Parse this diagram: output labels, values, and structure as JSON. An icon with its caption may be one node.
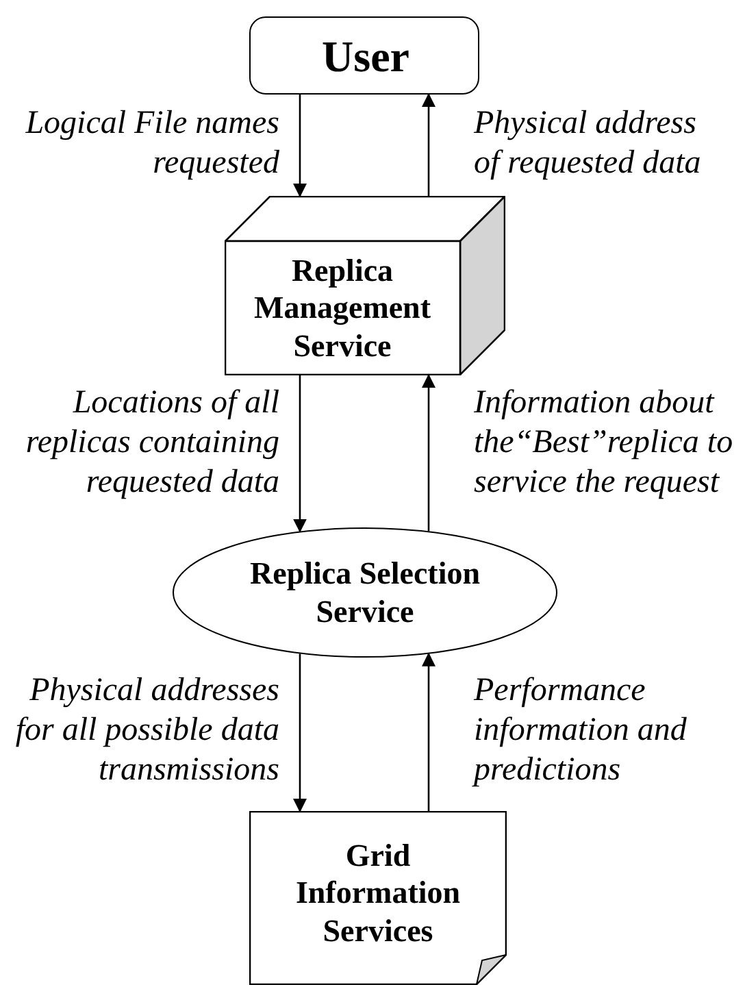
{
  "diagram": {
    "nodes": [
      {
        "text": [
          "User"
        ]
      },
      {
        "text": [
          "Replica Management Service"
        ]
      },
      {
        "text": [
          "Replica Selection Service"
        ]
      },
      {
        "text": [
          "Grid Information Services"
        ]
      }
    ],
    "edges": [
      {
        "from": 0,
        "to": 1,
        "arrow": "to",
        "label": "Logical File names requested"
      },
      {
        "from": 1,
        "to": 0,
        "arrow": "to",
        "label": "Physical address of requested data"
      },
      {
        "from": 1,
        "to": 2,
        "arrow": "to",
        "label": "Locations of all replicas containing requested data"
      },
      {
        "from": 2,
        "to": 1,
        "arrow": "to",
        "label": "Information about the“Best”replica to service the request"
      },
      {
        "from": 2,
        "to": 3,
        "arrow": "to",
        "label": "Physical addresses for all possible data transmissions"
      },
      {
        "from": 3,
        "to": 2,
        "arrow": "to",
        "label": "Performance information and predictions"
      }
    ]
  }
}
